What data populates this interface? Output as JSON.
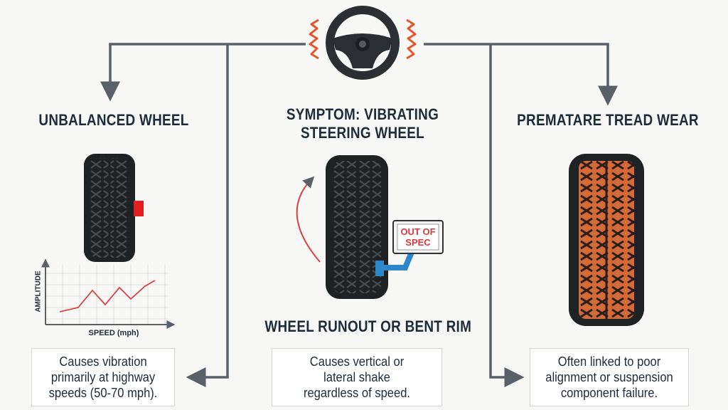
{
  "center": {
    "title_line1": "SYMPTOM: VIBRATING",
    "title_line2": "STEERING WHEEL",
    "heading": "WHEEL RUNOUT OR BENT RIM",
    "gauge_label_line1": "OUT OF",
    "gauge_label_line2": "SPEC",
    "description": [
      "Causes vertical or",
      "lateral shake",
      "regardless of speed."
    ]
  },
  "left": {
    "heading": "UNBALANCED WHEEL",
    "graph_ylabel": "AMPLITUDE",
    "graph_xlabel": "SPEED (mph)",
    "description": [
      "Causes vibration",
      "primarily at highway",
      "speeds (50-70 mph)."
    ]
  },
  "right": {
    "heading": "PREMATARE TREAD WEAR",
    "description": [
      "Often linked to poor",
      "alignment or suspension",
      "component failure."
    ]
  },
  "icons": [
    "steering-wheel-icon",
    "vibration-icon",
    "tire-icon",
    "balance-weight-icon",
    "runout-gauge-icon",
    "rotation-arrow-icon",
    "worn-tire-icon"
  ],
  "colors": {
    "text": "#1e2c3a",
    "arrow": "#5a6068",
    "vibration": "#e8542a",
    "weight": "#e02020",
    "gauge": "#2d86c9",
    "worn_tread": "#d9703a",
    "graph_line": "#d64545"
  }
}
